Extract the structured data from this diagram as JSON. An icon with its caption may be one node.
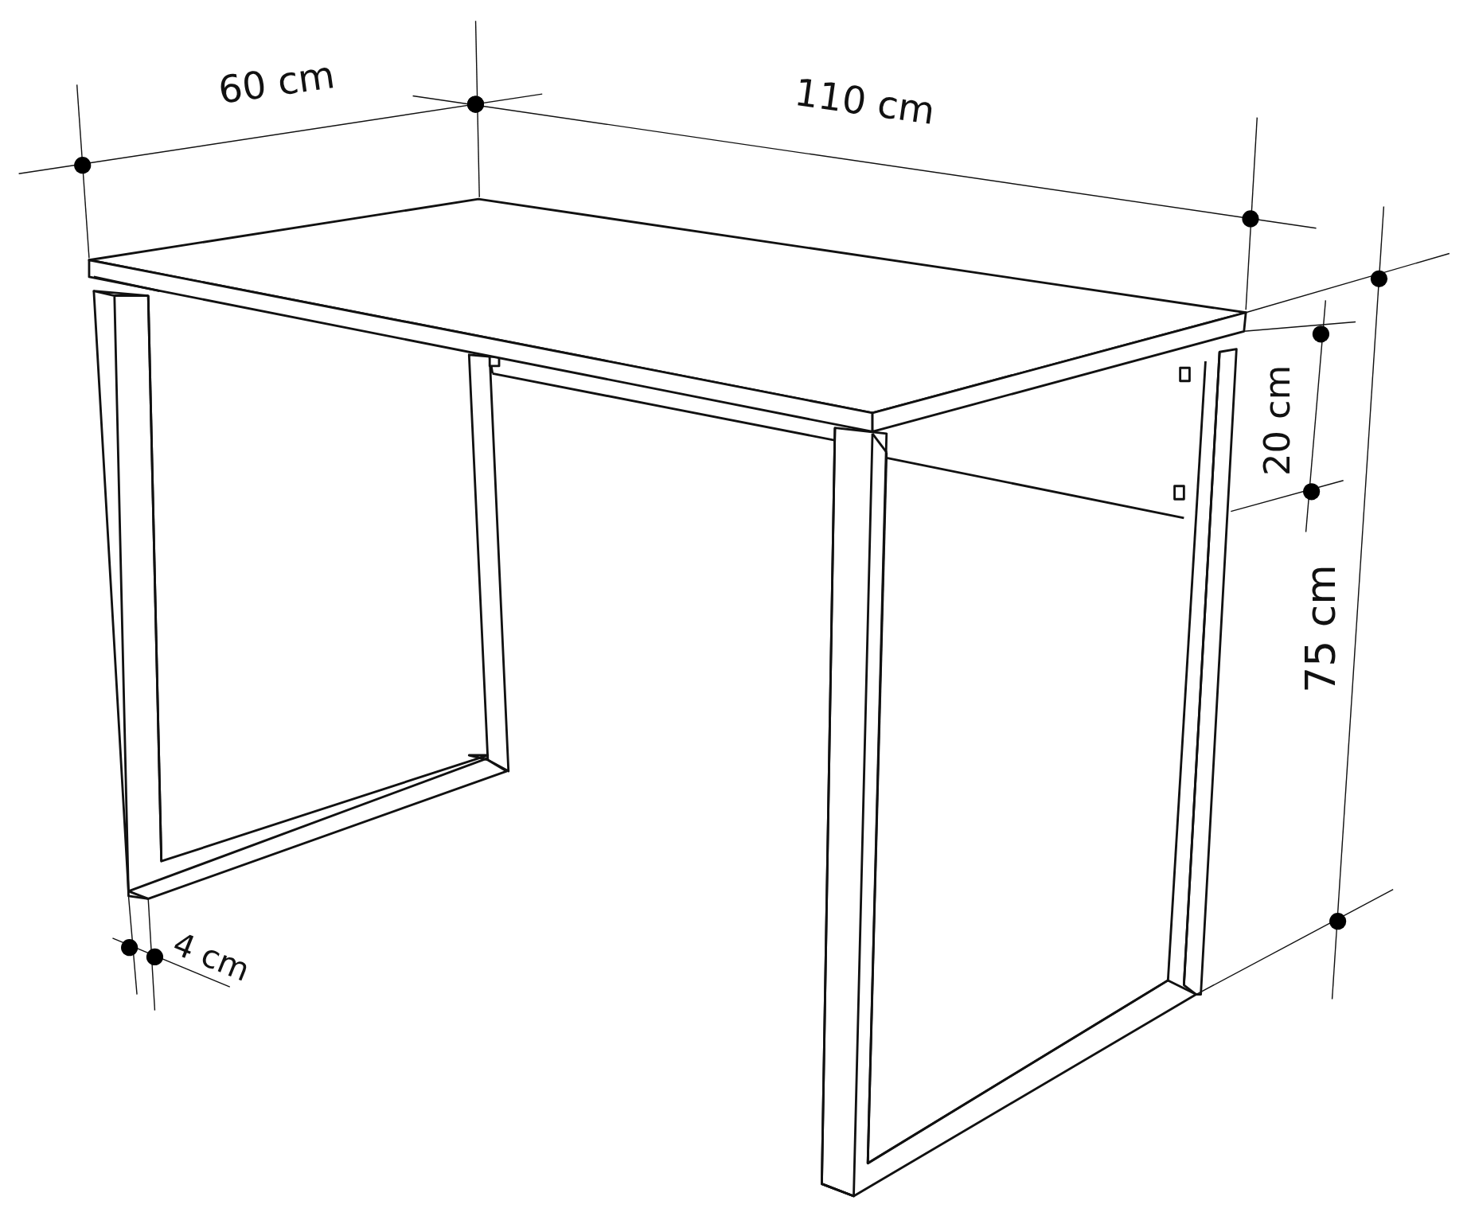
{
  "diagram": {
    "labels": [
      "60 cm",
      "110 cm",
      "20 cm",
      "75 cm",
      "4 cm"
    ]
  }
}
